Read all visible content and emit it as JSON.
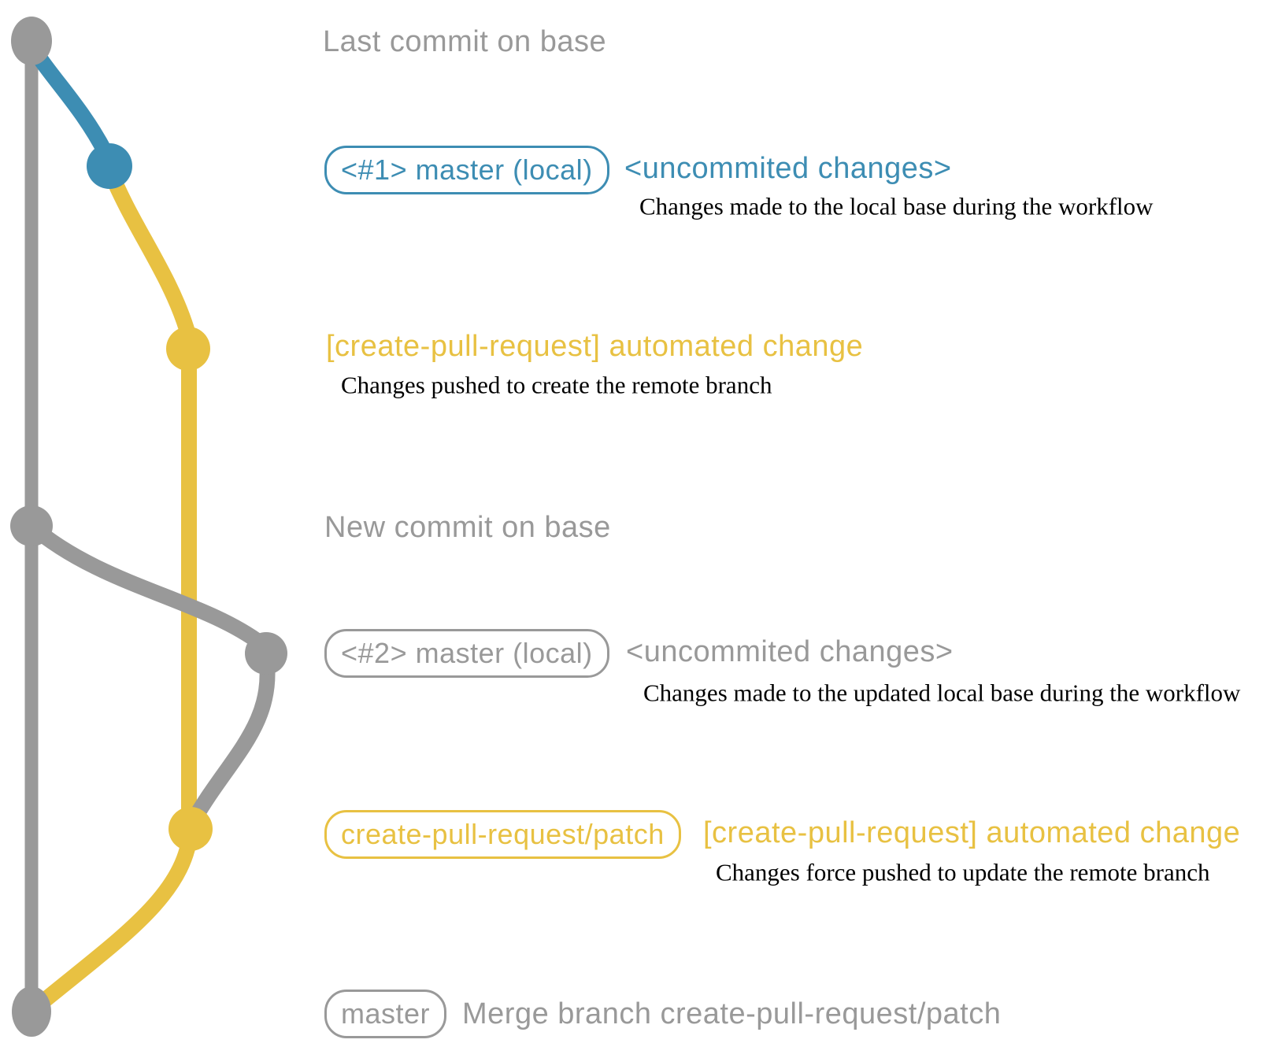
{
  "diagram": {
    "type": "git-commit-graph",
    "colors": {
      "base_branch": "#999999",
      "local_master_1": "#3d8db3",
      "remote_patch_branch": "#e8c142",
      "local_master_2": "#999999",
      "description_text": "#000000"
    },
    "branches": [
      {
        "name": "base",
        "color_key": "base_branch"
      },
      {
        "name": "master (local) #1",
        "color_key": "local_master_1"
      },
      {
        "name": "create-pull-request/patch",
        "color_key": "remote_patch_branch"
      },
      {
        "name": "master (local) #2",
        "color_key": "local_master_2"
      }
    ],
    "commits": [
      {
        "id": "last-commit-on-base",
        "branch": "base",
        "label": "Last commit on base"
      },
      {
        "id": "uncommitted-1",
        "branch": "master (local) #1",
        "badge": "<#1> master (local)",
        "message": "<uncommited changes>",
        "description": "Changes made to the local base during the workflow"
      },
      {
        "id": "automated-change-1",
        "branch": "create-pull-request/patch",
        "message": "[create-pull-request] automated change",
        "description": "Changes pushed to create the remote branch"
      },
      {
        "id": "new-commit-on-base",
        "branch": "base",
        "label": "New commit on base"
      },
      {
        "id": "uncommitted-2",
        "branch": "master (local) #2",
        "badge": "<#2> master (local)",
        "message": "<uncommited changes>",
        "description": "Changes made to the updated local base during the workflow"
      },
      {
        "id": "automated-change-2",
        "branch": "create-pull-request/patch",
        "badge": "create-pull-request/patch",
        "message": "[create-pull-request] automated change",
        "description": "Changes force pushed to update the remote branch"
      },
      {
        "id": "merge-commit",
        "branch": "base",
        "badge": "master",
        "message": "Merge branch create-pull-request/patch"
      }
    ]
  }
}
